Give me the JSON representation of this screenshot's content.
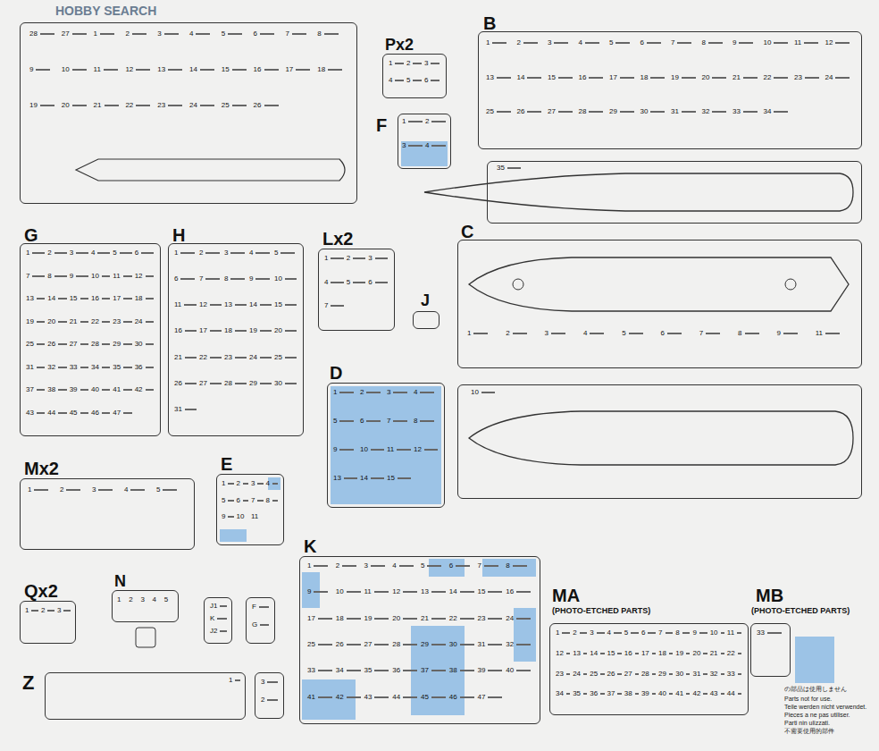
{
  "diagram": {
    "nodes": [
      {
        "text": [
          "28",
          "27",
          "1",
          "2",
          "3",
          "4",
          "5",
          "6",
          "7",
          "8",
          "9",
          "10",
          "11",
          "12",
          "13",
          "14",
          "15",
          "16",
          "17",
          "18",
          "19",
          "20",
          "21",
          "22",
          "23",
          "24",
          "25",
          "26"
        ]
      },
      {
        "text": [
          "Px2",
          "1",
          "2",
          "3",
          "4",
          "5",
          "6"
        ]
      },
      {
        "text": [
          "F",
          "1",
          "2",
          "3",
          "4"
        ]
      },
      {
        "text": [
          "B",
          "1",
          "2",
          "3",
          "4",
          "5",
          "6",
          "7",
          "8",
          "9",
          "10",
          "11",
          "12",
          "13",
          "14",
          "15",
          "16",
          "17",
          "18",
          "19",
          "20",
          "21",
          "22",
          "23",
          "24",
          "25",
          "26",
          "27",
          "28",
          "29",
          "30",
          "31",
          "32",
          "33",
          "34"
        ]
      },
      {
        "text": [
          "35"
        ]
      },
      {
        "text": [
          "G",
          "1",
          "2",
          "3",
          "4",
          "5",
          "6",
          "7",
          "8",
          "9",
          "10",
          "11",
          "12",
          "13",
          "14",
          "15",
          "16",
          "17",
          "18",
          "19",
          "20",
          "21",
          "22",
          "23",
          "24",
          "25",
          "26",
          "27",
          "28",
          "29",
          "30",
          "31",
          "32",
          "33",
          "34",
          "35",
          "36",
          "37",
          "38",
          "39",
          "40",
          "41",
          "42",
          "43",
          "44",
          "45",
          "46",
          "47"
        ]
      },
      {
        "text": [
          "H",
          "1",
          "2",
          "3",
          "4",
          "5",
          "6",
          "7",
          "8",
          "9",
          "10",
          "11",
          "12",
          "13",
          "14",
          "15",
          "16",
          "17",
          "18",
          "19",
          "20",
          "21",
          "22",
          "23",
          "24",
          "25",
          "26",
          "27",
          "28",
          "29",
          "30",
          "31"
        ]
      },
      {
        "text": [
          "Lx2",
          "1",
          "2",
          "3",
          "4",
          "5",
          "6",
          "7"
        ]
      },
      {
        "text": [
          "C",
          "1",
          "2",
          "3",
          "4",
          "5",
          "6",
          "7",
          "8",
          "9",
          "11"
        ]
      },
      {
        "text": [
          "J"
        ]
      },
      {
        "text": [
          "D",
          "1",
          "2",
          "3",
          "4",
          "5",
          "6",
          "7",
          "8",
          "9",
          "10",
          "11",
          "12",
          "13",
          "14",
          "15"
        ]
      },
      {
        "text": [
          "10"
        ]
      },
      {
        "text": [
          "Mx2",
          "1",
          "2",
          "3",
          "4",
          "5"
        ]
      },
      {
        "text": [
          "E",
          "1",
          "2",
          "3",
          "4",
          "5",
          "6",
          "7",
          "8",
          "9",
          "10",
          "11"
        ]
      },
      {
        "text": [
          "Qx2",
          "1",
          "2",
          "3"
        ]
      },
      {
        "text": [
          "N",
          "1",
          "2",
          "3",
          "4",
          "5"
        ]
      },
      {
        "text": [
          "J1",
          "K",
          "J2"
        ]
      },
      {
        "text": [
          "F",
          "G"
        ]
      },
      {
        "text": [
          "K",
          "1",
          "2",
          "3",
          "4",
          "5",
          "6",
          "7",
          "8",
          "9",
          "10",
          "11",
          "12",
          "13",
          "14",
          "15",
          "16",
          "17",
          "18",
          "19",
          "20",
          "21",
          "22",
          "23",
          "24",
          "25",
          "26",
          "27",
          "28",
          "29",
          "30",
          "31",
          "32",
          "33",
          "34",
          "35",
          "36",
          "37",
          "38",
          "39",
          "40",
          "41",
          "42",
          "43",
          "44",
          "45",
          "46",
          "47"
        ]
      },
      {
        "text": [
          "3",
          "2"
        ]
      },
      {
        "text": [
          "MA",
          "(PHOTO-ETCHED PARTS)",
          "1",
          "2",
          "3",
          "4",
          "5",
          "6",
          "7",
          "8",
          "9",
          "10",
          "11",
          "12",
          "13",
          "14",
          "15",
          "16",
          "17",
          "18",
          "19",
          "20",
          "21",
          "22",
          "23",
          "24",
          "25",
          "26",
          "27",
          "28",
          "29",
          "30",
          "31",
          "32",
          "33",
          "34",
          "35",
          "36",
          "37",
          "38",
          "39",
          "40",
          "41",
          "42",
          "43",
          "44"
        ]
      },
      {
        "text": [
          "MB",
          "(PHOTO-ETCHED PARTS)",
          "33"
        ]
      },
      {
        "text": [
          "Z",
          "1"
        ]
      }
    ],
    "labels": [
      "HOBBY SEARCH",
      "Parts not for use.",
      "Teile werden nicht verwendet.",
      "Pieces a ne pas utiliser.",
      "Parti nin ulizzati.",
      "不需要使用的部件"
    ],
    "legend": [
      {
        "text": "の部品は使用しません",
        "color": "#9cc3e6"
      }
    ]
  }
}
